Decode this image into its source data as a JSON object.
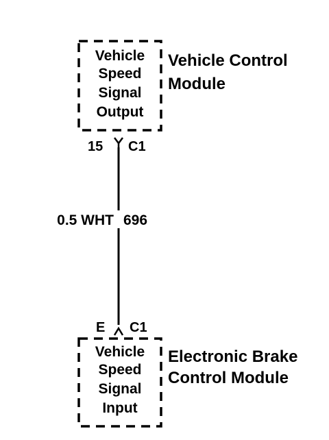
{
  "top_component": {
    "box_lines": [
      "Vehicle",
      "Speed",
      "Signal",
      "Output"
    ],
    "module_lines": [
      "Vehicle Control",
      "Module"
    ],
    "pin": "15",
    "connector": "C1"
  },
  "wire": {
    "label_left": "0.5 WHT",
    "label_right": "696"
  },
  "bottom_component": {
    "box_lines": [
      "Vehicle",
      "Speed",
      "Signal",
      "Input"
    ],
    "module_lines": [
      "Electronic Brake",
      "Control Module"
    ],
    "pin": "E",
    "connector": "C1"
  }
}
